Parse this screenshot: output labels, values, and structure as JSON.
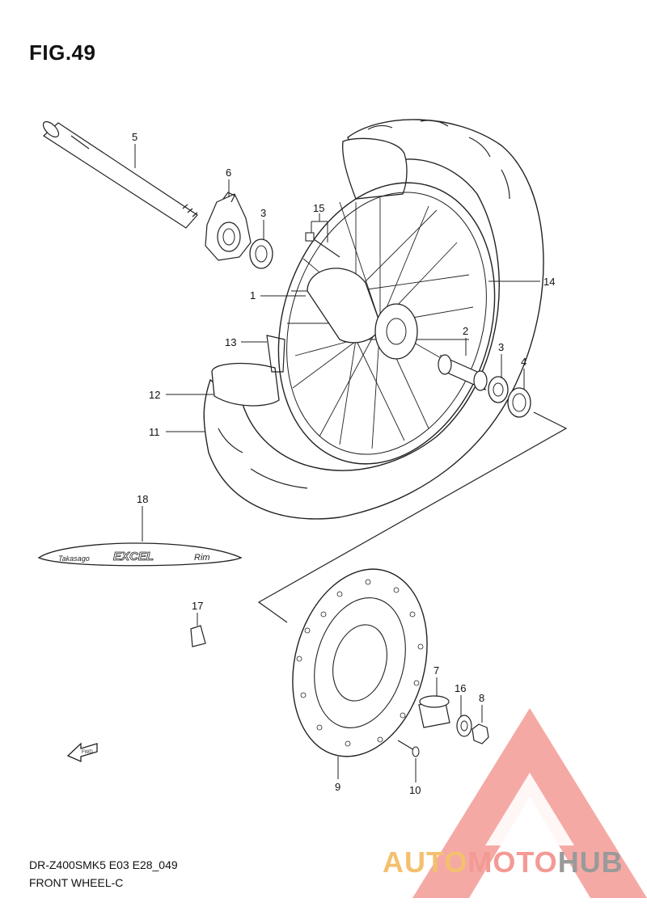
{
  "title": "FIG.49",
  "footer": {
    "model_code": "DR-Z400SMK5 E03 E28_049",
    "section": "FRONT WHEEL-C"
  },
  "fwd_label": "FWD",
  "rim_sticker": {
    "brand": "Takasago",
    "name": "EXCEL",
    "suffix": "Rim"
  },
  "callouts": [
    "1",
    "2",
    "3",
    "3",
    "4",
    "5",
    "6",
    "7",
    "8",
    "9",
    "10",
    "11",
    "12",
    "13",
    "14",
    "15",
    "16",
    "17",
    "18"
  ],
  "watermark": {
    "part1": "AUTO",
    "part2": "MOTO",
    "part3": "HUB",
    "colors": {
      "part1": "#f4c06e",
      "part2": "#f39a95",
      "part3": "#9a9a9a",
      "mark": "#f39a95"
    }
  }
}
